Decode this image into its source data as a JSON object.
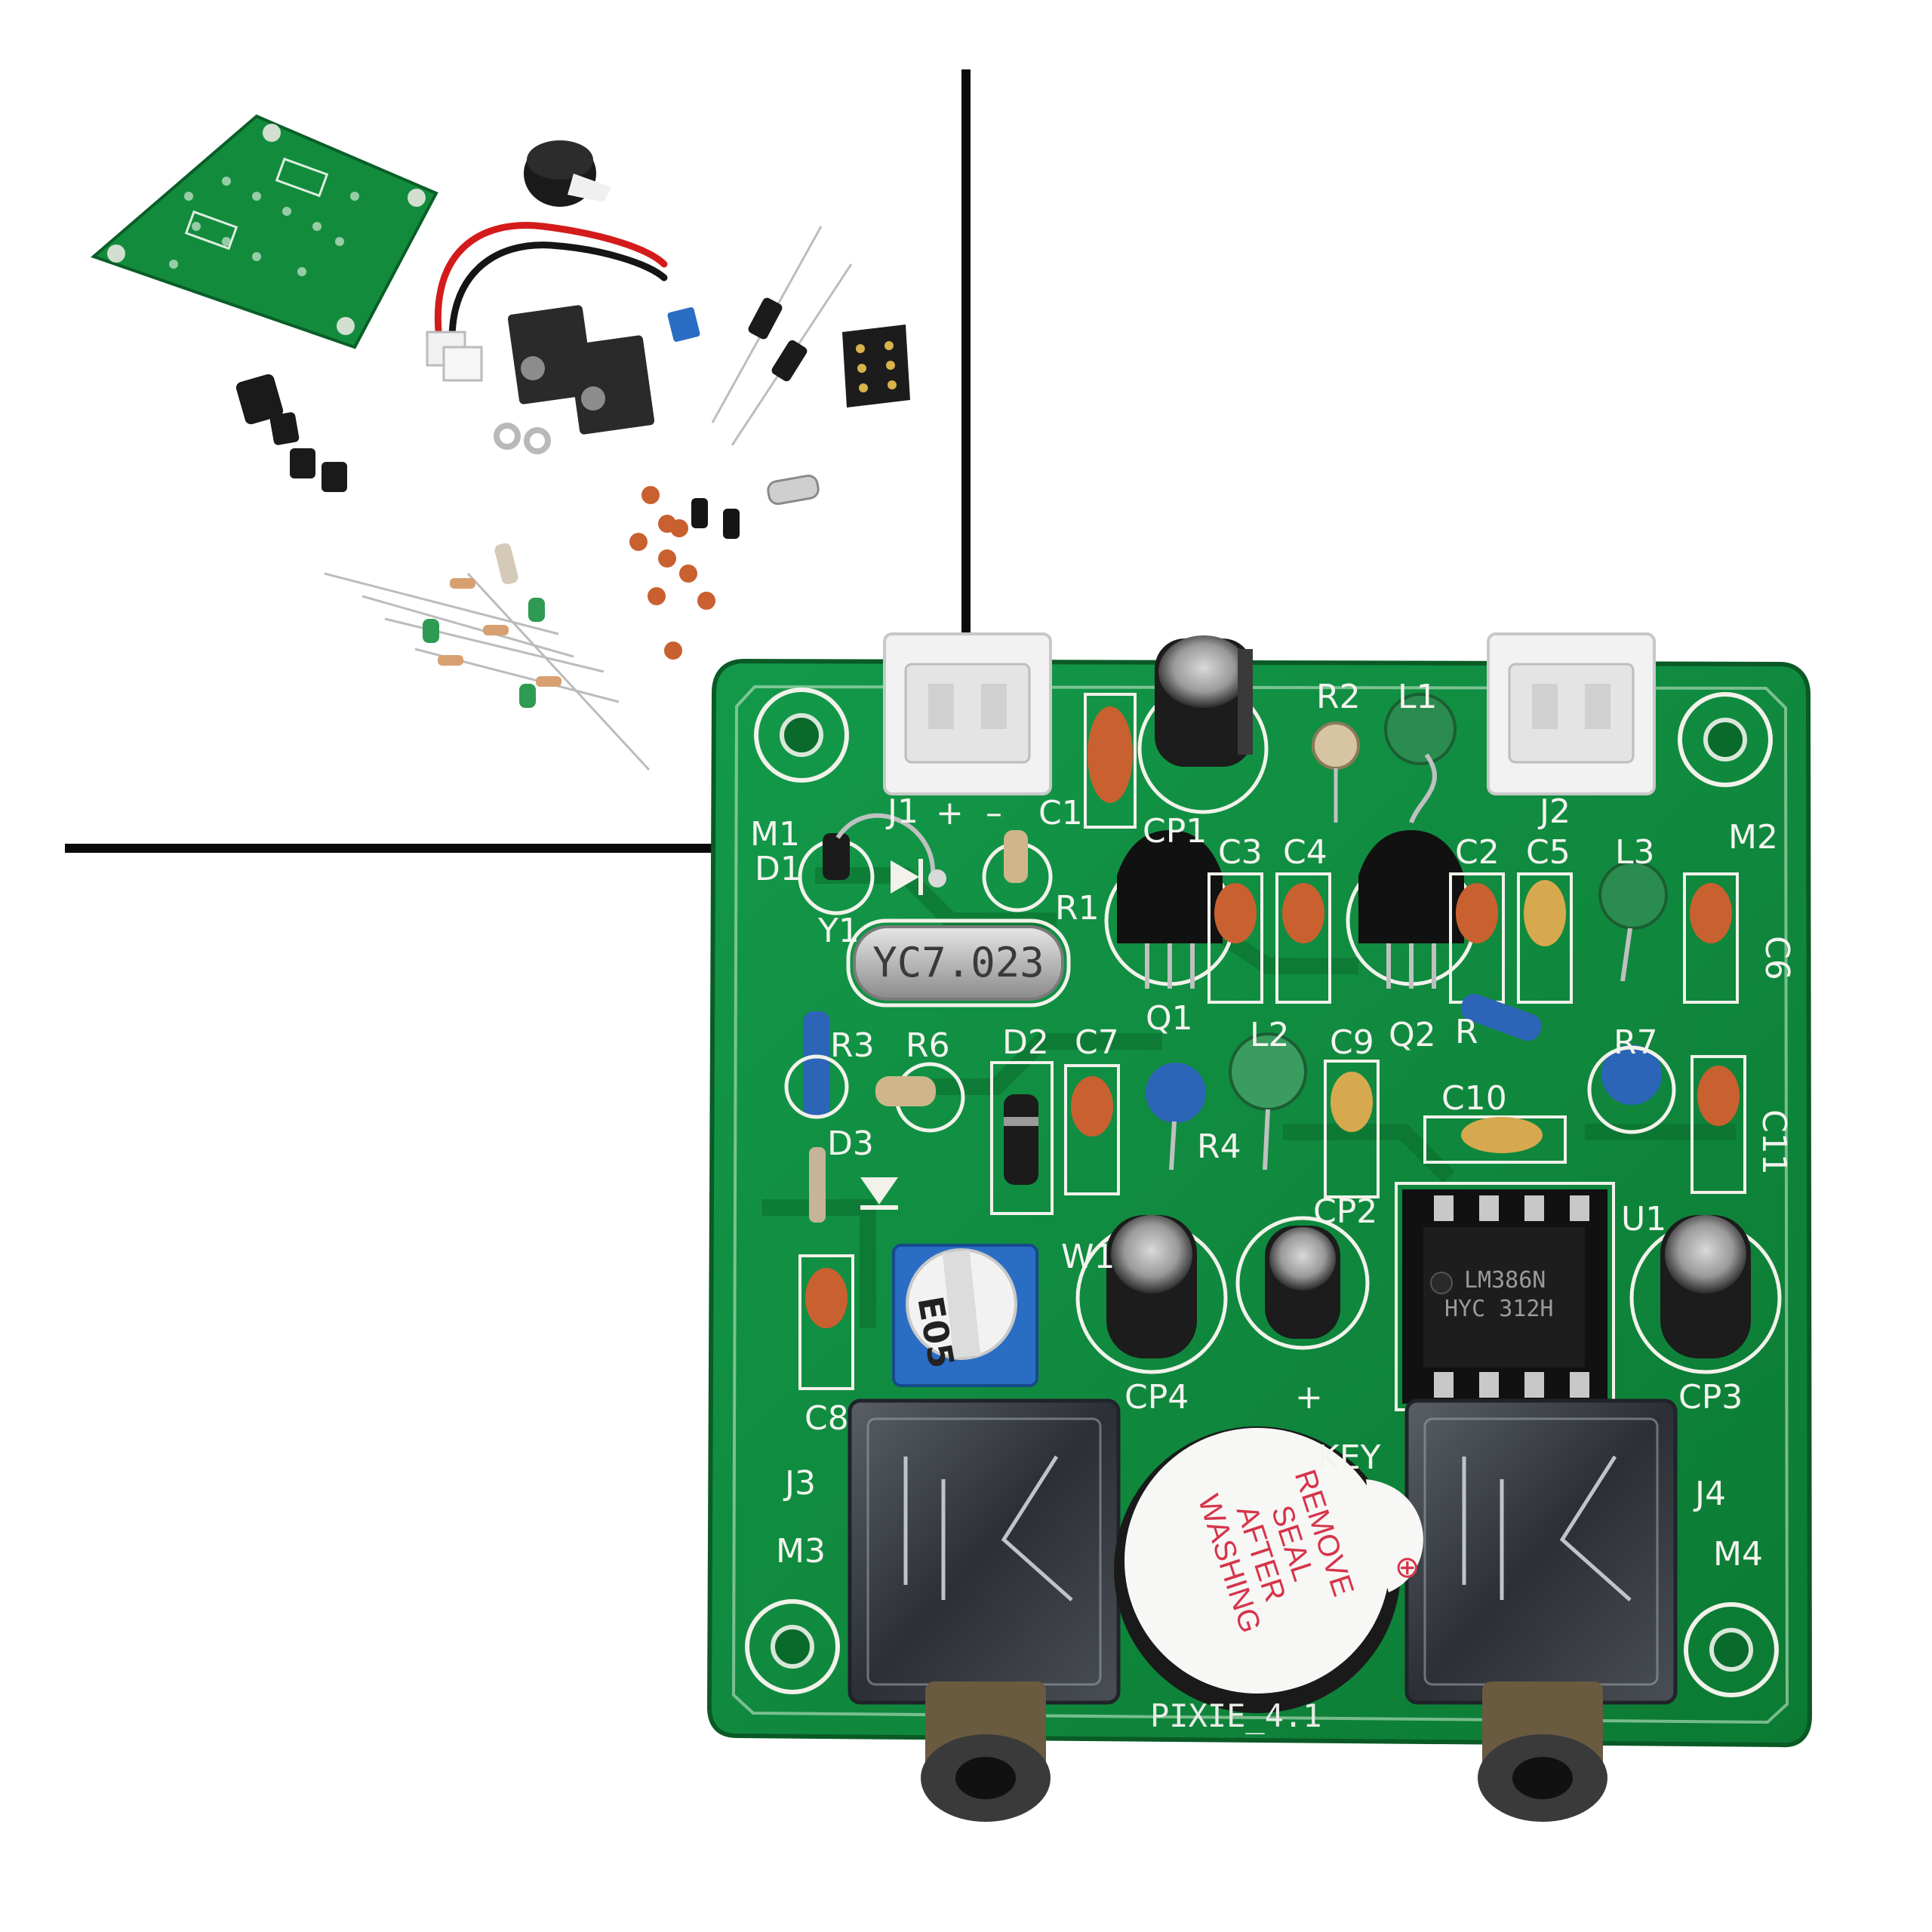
{
  "photo": {
    "colors": {
      "background": "#ffffff",
      "divider": "#0a0a0a",
      "pcb": "#0f8a3a",
      "pcb_dark": "#0b6e2e",
      "silkscreen": "#f4f4ee",
      "ceramic_cap": "#c9602f",
      "electrolytic_cap": "#1c1c1c",
      "connector": "#f2f2f2"
    },
    "kit": {
      "description_icons": [
        "pcb-icon",
        "buzzer-icon",
        "wire-harness-icon",
        "audio-jack-icon",
        "diode-icon",
        "ic-socket-icon",
        "capacitor-icon",
        "resistor-icon",
        "inductor-icon",
        "crystal-icon",
        "transistor-icon",
        "trimmer-pot-icon"
      ]
    },
    "board": {
      "name": "PIXIE_4.1",
      "crystal_marking": "YC7.023",
      "ic_marking_line1": "LM386N",
      "ic_marking_line2": "HYC 312H",
      "pot_marking": "E05",
      "buzzer_label": {
        "line1": "REMOVE",
        "line2": "SEAL",
        "line3": "AFTER",
        "line4": "WASHING",
        "symbol": "⊕"
      },
      "silkscreen_labels": {
        "m1": "M1",
        "m2": "M2",
        "m3": "M3",
        "m4": "M4",
        "j1": "J1",
        "j2": "J2",
        "j3": "J3",
        "j4": "J4",
        "plus": "+",
        "minus": "–",
        "plus_cp": "+",
        "c1": "C1",
        "cp1": "CP1",
        "r2": "R2",
        "l1": "L1",
        "d1": "D1",
        "r1": "R1",
        "c3": "C3",
        "c4": "C4",
        "c2": "C2",
        "c5": "C5",
        "l3": "L3",
        "c6": "C6",
        "y1": "Y1",
        "q1": "Q1",
        "q2": "Q2",
        "r3": "R3",
        "r6": "R6",
        "d2": "D2",
        "c7": "C7",
        "l2": "L2",
        "c9": "C9",
        "r5": "R",
        "r7": "R7",
        "c10": "C10",
        "c11": "C11",
        "d3": "D3",
        "r4": "R4",
        "cp2": "CP2",
        "u1": "U1",
        "w1": "W1",
        "cp4": "CP4",
        "cp3": "CP3",
        "c8": "C8",
        "key": "KEY"
      }
    }
  }
}
